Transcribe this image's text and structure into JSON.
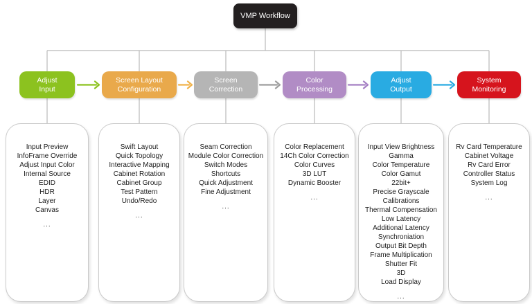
{
  "root": {
    "title": "VMP Workflow",
    "color": "#231f20"
  },
  "colors": {
    "connector": "#b9b9b9",
    "panel_border": "#c9c9c9",
    "text": "#1b1b1b"
  },
  "arrows": [
    {
      "name": "adjust-input-to-screen-layout",
      "color": "#8cc21f"
    },
    {
      "name": "screen-layout-to-screen-correction",
      "color": "#f0b24a"
    },
    {
      "name": "screen-correction-to-color-processing",
      "color": "#9e9e9e"
    },
    {
      "name": "color-processing-to-adjust-output",
      "color": "#a57fc4"
    },
    {
      "name": "adjust-output-to-system-monitoring",
      "color": "#29abe2"
    }
  ],
  "columns": [
    {
      "title_lines": [
        "Adjust",
        "Input"
      ],
      "color": "#8cc21f",
      "items": [
        "Input Preview",
        "InfoFrame Override",
        "Adjust Input Color",
        "Internal Source",
        "EDID",
        "HDR",
        "Layer",
        "Canvas"
      ],
      "ellipsis": "..."
    },
    {
      "title_lines": [
        "Screen Layout",
        "Configuration"
      ],
      "color": "#e9a94b",
      "items": [
        "Swift Layout",
        "Quick Topology",
        "Interactive Mapping",
        "Cabinet Rotation",
        "Cabinet Group",
        "Test Pattern",
        "Undo/Redo"
      ],
      "ellipsis": "..."
    },
    {
      "title_lines": [
        "Screen",
        "Correction"
      ],
      "color": "#b5b5b5",
      "items": [
        "Seam Correction",
        "Module Color Correction",
        "Switch Modes",
        "Shortcuts",
        "Quick Adjustment",
        "Fine Adjustment"
      ],
      "ellipsis": "..."
    },
    {
      "title_lines": [
        "Color",
        "Processing"
      ],
      "color": "#b18cc5",
      "items": [
        "Color Replacement",
        "14Ch Color Correction",
        "Color Curves",
        "3D LUT",
        "Dynamic Booster"
      ],
      "ellipsis": "..."
    },
    {
      "title_lines": [
        "Adjust",
        "Output"
      ],
      "color": "#29abe2",
      "items": [
        "Input View Brightness",
        "Gamma",
        "Color Temperature",
        "Color Gamut",
        "22bit+",
        "Precise Grayscale",
        "Calibrations",
        "Thermal Compensation",
        "Low Latency",
        "Additional Latency",
        "Synchroniation",
        "Output Bit Depth",
        "Frame Multiplication",
        "Shutter Fit",
        "3D",
        "Load Display"
      ],
      "ellipsis": "..."
    },
    {
      "title_lines": [
        "System",
        "Monitoring"
      ],
      "color": "#d6141d",
      "items": [
        "Rv Card Temperature",
        "Cabinet Voltage",
        "Rv Card Error",
        "Controller Status",
        "System Log"
      ],
      "ellipsis": "..."
    }
  ]
}
